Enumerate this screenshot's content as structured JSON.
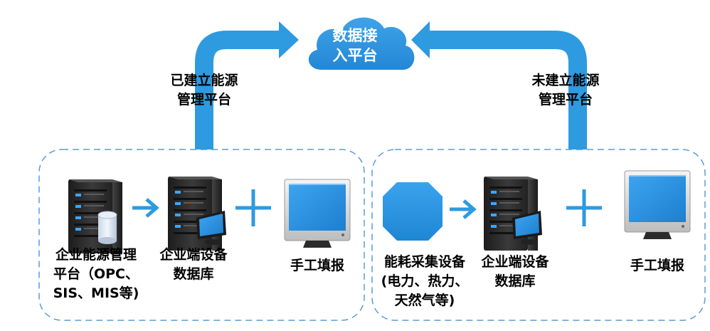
{
  "cloud": {
    "line1": "数据接",
    "line2": "入平台"
  },
  "left_arrow_label": {
    "line1": "已建立能源",
    "line2": "管理平台"
  },
  "right_arrow_label": {
    "line1": "未建立能源",
    "line2": "管理平台"
  },
  "left_group": {
    "platform_label": {
      "line1": "企业能源管理",
      "line2": "平台（OPC、",
      "line3": "SIS、MIS等)"
    },
    "db_label": {
      "line1": "企业端设备",
      "line2": "数据库"
    },
    "manual_label": "手工填报"
  },
  "right_group": {
    "collector_label": {
      "line1": "能耗采集设备",
      "line2": "(电力、热力、",
      "line3": "天然气等)"
    },
    "db_label": {
      "line1": "企业端设备",
      "line2": "数据库"
    },
    "manual_label": "手工填报"
  },
  "colors": {
    "accent_blue": "#2e9ae0",
    "dash_border": "#5a9bd5",
    "server_dark": "#2b2b2b",
    "led_blue": "#3aa7ff",
    "monitor_screen": "#2a8fe0"
  },
  "icons": [
    "cloud-icon",
    "server-icon",
    "database-icon",
    "monitor-icon",
    "plus-icon",
    "arrow-right-icon",
    "octagon-device-icon"
  ]
}
